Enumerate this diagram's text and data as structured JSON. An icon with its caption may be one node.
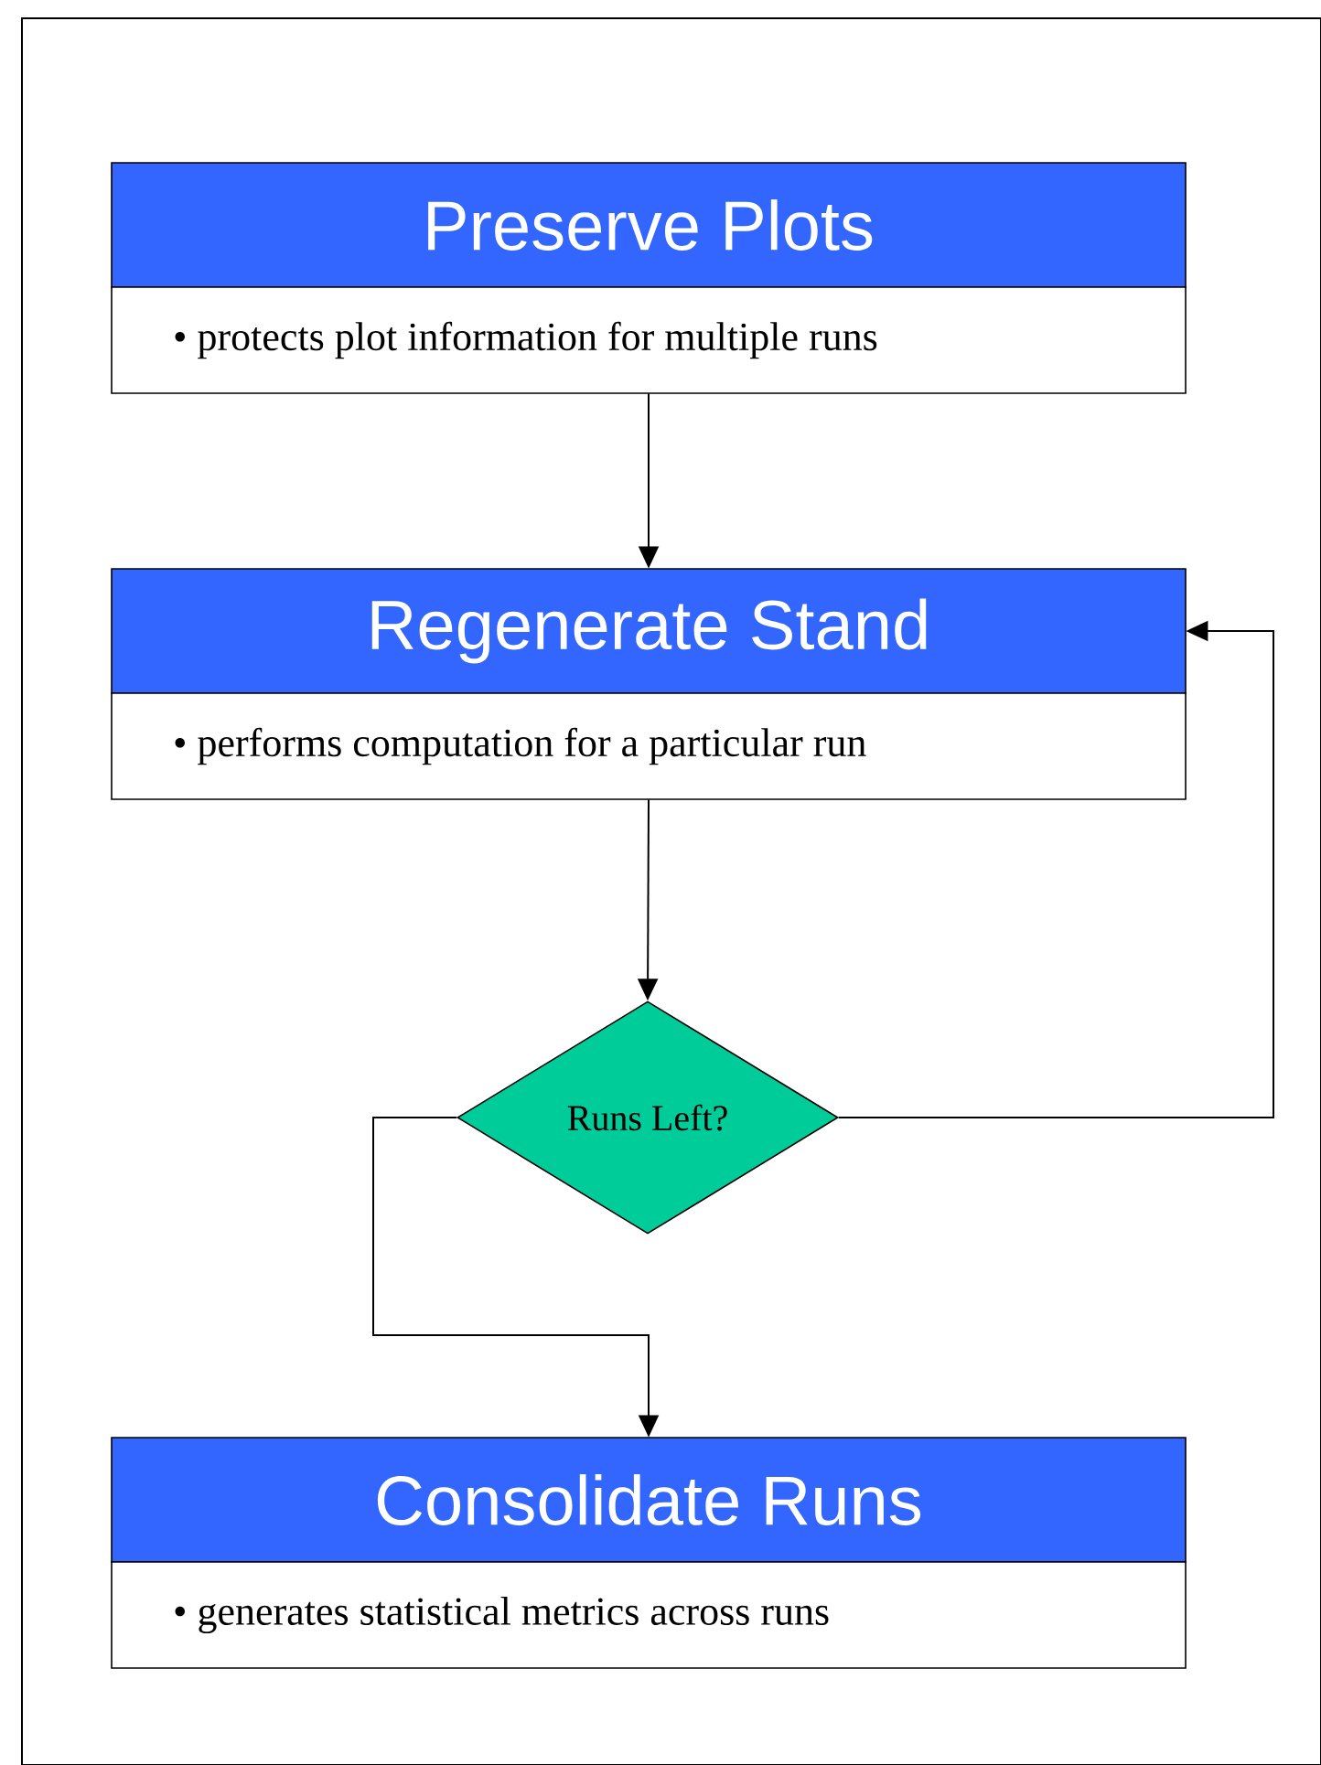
{
  "diagram": {
    "nodes": [
      {
        "text": [
          "Preserve Plots",
          "• protects plot information for multiple runs"
        ]
      },
      {
        "text": [
          "Regenerate Stand",
          "• performs computation for a particular run"
        ]
      },
      {
        "text": [
          "Runs Left?"
        ]
      },
      {
        "text": [
          "Consolidate Runs",
          "• generates statistical metrics across runs"
        ]
      }
    ],
    "edges": [
      {
        "from": 0,
        "to": 1,
        "arrow": "to"
      },
      {
        "from": 1,
        "to": 2,
        "arrow": "to"
      },
      {
        "from": 2,
        "to": 1,
        "arrow": "to"
      },
      {
        "from": 2,
        "to": 3,
        "arrow": "to"
      }
    ]
  }
}
